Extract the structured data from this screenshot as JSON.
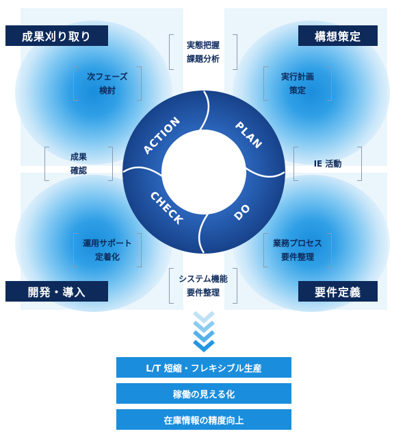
{
  "corners": {
    "top_left": "成果刈り取り",
    "top_right": "構想策定",
    "bottom_left": "開発・導入",
    "bottom_right": "要件定義"
  },
  "cycle": {
    "action": "ACTION",
    "plan": "PLAN",
    "do": "DO",
    "check": "CHECK"
  },
  "steps": {
    "top": [
      "実態把握",
      "課題分析"
    ],
    "top_left": [
      "次フェーズ",
      "検討"
    ],
    "top_right": [
      "実行計画",
      "策定"
    ],
    "left": [
      "成果",
      "確認"
    ],
    "right": [
      "IE 活動"
    ],
    "bottom_left": [
      "運用サポート",
      "定着化"
    ],
    "bottom_right": [
      "業務プロセス",
      "要件整理"
    ],
    "bottom": [
      "システム機能",
      "要件整理"
    ]
  },
  "results": [
    "L/T 短縮・フレキシブル生産",
    "稼働の見える化",
    "在庫情報の精度向上"
  ],
  "colors": {
    "navy": "#0d2a5a",
    "ring": "#1e4fa0",
    "accent": "#1a8ddc"
  }
}
